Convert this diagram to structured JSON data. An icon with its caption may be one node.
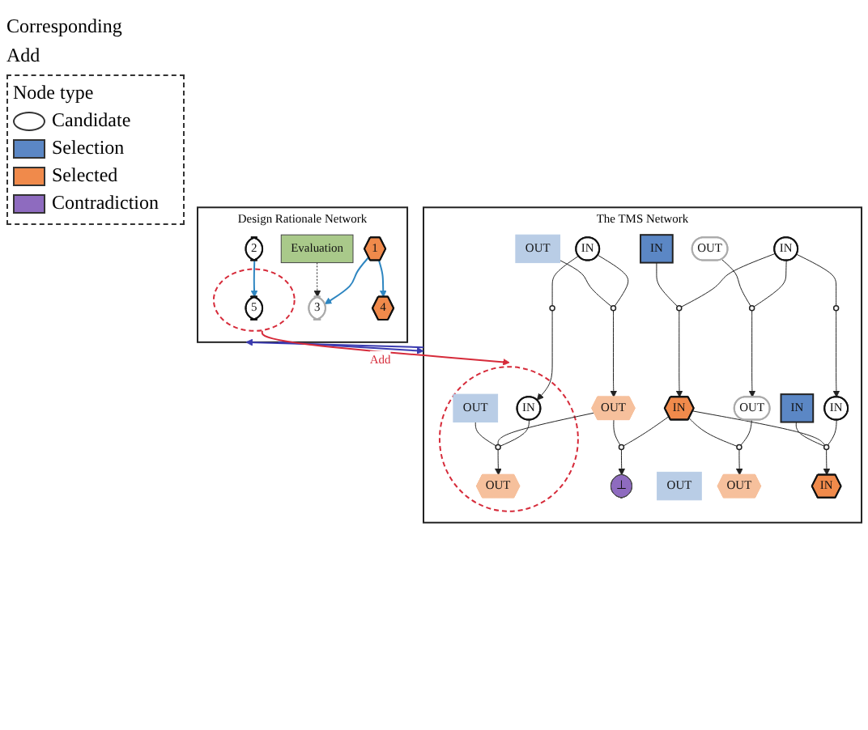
{
  "diagram": {
    "nodes": [
      {
        "text": [
          "Design Rationale Network"
        ]
      },
      {
        "text": [
          "Evaluation"
        ],
        "in": 0
      },
      {
        "text": [
          "1"
        ],
        "in": 0
      },
      {
        "text": [
          "2"
        ],
        "in": 0
      },
      {
        "text": [],
        "shape": "circle",
        "in": 0
      },
      {
        "text": [
          "3"
        ],
        "in": 0
      },
      {
        "text": [
          "4"
        ],
        "in": 0
      },
      {
        "text": [
          "5"
        ],
        "in": 4
      },
      {
        "text": [
          "The TMS Network"
        ]
      },
      {
        "text": [
          "IN"
        ],
        "in": 8
      },
      {
        "text": [
          "IN"
        ],
        "in": 8
      },
      {
        "text": [
          "IN"
        ],
        "in": 8
      },
      {
        "text": [
          "OUT"
        ],
        "in": 8
      },
      {
        "text": [],
        "shape": "circle",
        "in": 8
      },
      {
        "text": [],
        "shape": "circle",
        "in": 8
      },
      {
        "text": [],
        "shape": "circle",
        "in": 8
      },
      {
        "text": [
          "IN"
        ],
        "in": 8
      },
      {
        "text": [
          "⊥"
        ],
        "in": 8
      },
      {
        "text": [
          "OUT"
        ],
        "in": 8
      },
      {
        "text": [
          "OUT"
        ],
        "in": 8
      },
      {
        "text": [],
        "shape": "circle",
        "in": 8
      },
      {
        "text": [],
        "shape": "circle",
        "in": 8
      },
      {
        "text": [],
        "shape": "circle",
        "in": 8
      },
      {
        "text": [],
        "shape": "circle",
        "in": 8
      },
      {
        "text": [
          "OUT"
        ],
        "in": 8
      },
      {
        "text": [
          "OUT"
        ],
        "in": 8
      },
      {
        "text": [
          "IN"
        ],
        "in": 8
      },
      {
        "text": [
          "IN"
        ],
        "in": 8
      },
      {
        "text": [
          "IN"
        ],
        "in": 23
      },
      {
        "text": [
          "OUT"
        ],
        "in": 23
      },
      {
        "text": [],
        "shape": "circle",
        "in": 8
      },
      {
        "text": [],
        "shape": "circle",
        "in": 8
      },
      {
        "text": [],
        "shape": "circle",
        "in": 23
      },
      {
        "text": [
          "OUT"
        ],
        "in": 8
      },
      {
        "text": [
          "IN"
        ],
        "in": 8
      },
      {
        "text": [
          "OUT"
        ],
        "in": 23
      }
    ],
    "edges": [
      {
        "from": 2,
        "to": 5,
        "arrow": "to",
        "color": "#2e86c1"
      },
      {
        "from": 2,
        "to": 6,
        "arrow": "to",
        "color": "#2e86c1"
      },
      {
        "from": 3,
        "to": 7,
        "arrow": "to",
        "color": "#2e86c1"
      },
      {
        "from": 1,
        "to": 5,
        "arrow": "to",
        "style": "dashed"
      },
      {
        "from": 0,
        "to": 8,
        "arrow": "to",
        "color": "#3b3bb0"
      },
      {
        "from": 8,
        "to": 0,
        "arrow": "to",
        "color": "#3b3bb0"
      },
      {
        "from": 4,
        "to": 23,
        "arrow": "to",
        "label": "Add",
        "color": "#d62b3a"
      },
      {
        "from": 9,
        "to": 13,
        "arrow": "none"
      },
      {
        "from": 10,
        "to": 13,
        "arrow": "none"
      },
      {
        "from": 13,
        "to": 16,
        "arrow": "to"
      },
      {
        "from": 16,
        "to": 14,
        "arrow": "none"
      },
      {
        "from": 18,
        "to": 14,
        "arrow": "none"
      },
      {
        "from": 14,
        "to": 17,
        "arrow": "to"
      },
      {
        "from": 11,
        "to": 15,
        "arrow": "none"
      },
      {
        "from": 12,
        "to": 15,
        "arrow": "none"
      },
      {
        "from": 15,
        "to": 18,
        "arrow": "to"
      },
      {
        "from": 9,
        "to": 20,
        "arrow": "none"
      },
      {
        "from": 19,
        "to": 20,
        "arrow": "none"
      },
      {
        "from": 20,
        "to": 24,
        "arrow": "to"
      },
      {
        "from": 9,
        "to": 21,
        "arrow": "none"
      },
      {
        "from": 21,
        "to": 26,
        "arrow": "to"
      },
      {
        "from": 11,
        "to": 22,
        "arrow": "none"
      },
      {
        "from": 22,
        "to": 28,
        "arrow": "to"
      },
      {
        "from": 24,
        "to": 30,
        "arrow": "none"
      },
      {
        "from": 16,
        "to": 30,
        "arrow": "none"
      },
      {
        "from": 30,
        "to": 33,
        "arrow": "to"
      },
      {
        "from": 26,
        "to": 31,
        "arrow": "none"
      },
      {
        "from": 16,
        "to": 31,
        "arrow": "none"
      },
      {
        "from": 27,
        "to": 31,
        "arrow": "none"
      },
      {
        "from": 31,
        "to": 34,
        "arrow": "to"
      },
      {
        "from": 28,
        "to": 32,
        "arrow": "none"
      },
      {
        "from": 18,
        "to": 32,
        "arrow": "none"
      },
      {
        "from": 29,
        "to": 32,
        "arrow": "none"
      },
      {
        "from": 32,
        "to": 35,
        "arrow": "to"
      }
    ],
    "labels": [
      "Corresponding",
      "Add",
      "Node type"
    ],
    "legend": [
      {
        "text": "Candidate"
      },
      {
        "text": "Selection",
        "color": "#5b87c5"
      },
      {
        "text": "Selected",
        "color": "#f08a4b"
      },
      {
        "text": "Contradiction",
        "color": "#8e6bbf"
      }
    ]
  }
}
